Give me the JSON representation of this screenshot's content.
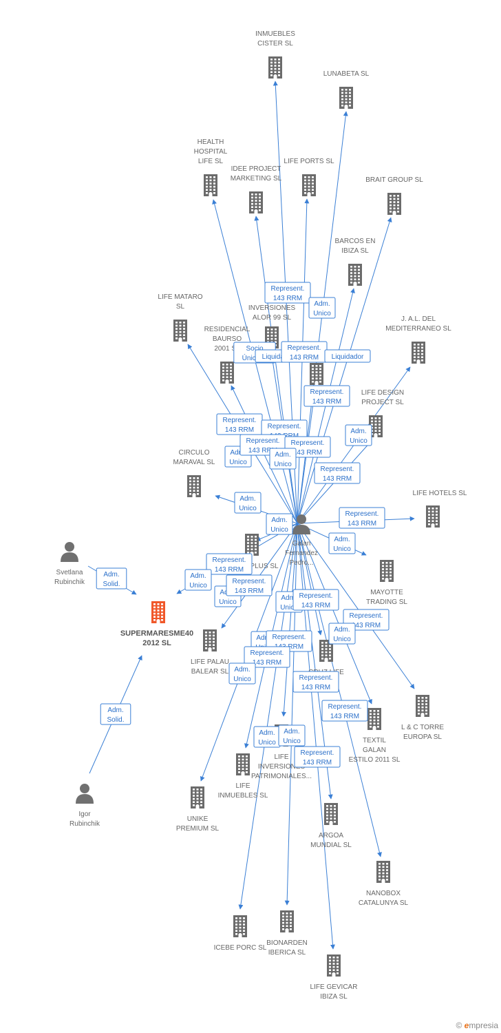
{
  "colors": {
    "edge": "#3a7fd5",
    "company": "#6b6b6b",
    "focus": "#f0582a",
    "person": "#707070"
  },
  "nodes": [
    {
      "id": "center",
      "kind": "person",
      "lines": [
        "Galan",
        "Fernandez",
        "Pedro..."
      ]
    },
    {
      "id": "super",
      "kind": "company",
      "focus": true,
      "lines": [
        "SUPERMARESME40",
        "2012  SL"
      ]
    },
    {
      "id": "svetlana",
      "kind": "person",
      "lines": [
        "Svetlana",
        "Rubinchik"
      ]
    },
    {
      "id": "igor",
      "kind": "person",
      "lines": [
        "Igor",
        "Rubinchik"
      ]
    },
    {
      "id": "inmuebles_cister",
      "kind": "company",
      "lines": [
        "INMUEBLES",
        "CISTER  SL"
      ]
    },
    {
      "id": "lunabeta",
      "kind": "company",
      "lines": [
        "LUNABETA SL"
      ]
    },
    {
      "id": "health",
      "kind": "company",
      "lines": [
        "HEALTH",
        "HOSPITAL",
        "LIFE SL"
      ]
    },
    {
      "id": "idee",
      "kind": "company",
      "lines": [
        "IDEE PROJECT",
        "MARKETING SL"
      ]
    },
    {
      "id": "life_ports",
      "kind": "company",
      "lines": [
        "LIFE PORTS SL"
      ]
    },
    {
      "id": "brait",
      "kind": "company",
      "lines": [
        "BRAIT GROUP SL"
      ]
    },
    {
      "id": "barcos",
      "kind": "company",
      "lines": [
        "BARCOS EN",
        "IBIZA SL"
      ]
    },
    {
      "id": "life_mataro",
      "kind": "company",
      "lines": [
        "LIFE MATARO",
        "SL"
      ]
    },
    {
      "id": "inversiones_alor",
      "kind": "company",
      "lines": [
        "INVERSIONES",
        "ALOR 99 SL"
      ]
    },
    {
      "id": "residencial",
      "kind": "company",
      "lines": [
        "RESIDENCIAL",
        "BAURSO",
        "2001 SL"
      ]
    },
    {
      "id": "hidden1",
      "kind": "company",
      "lines": []
    },
    {
      "id": "jal",
      "kind": "company",
      "lines": [
        "J. A.L. DEL",
        "MEDITERRANEO SL"
      ]
    },
    {
      "id": "life_design",
      "kind": "company",
      "lines": [
        "LIFE DESIGN",
        "PROJECT SL"
      ]
    },
    {
      "id": "circulo",
      "kind": "company",
      "lines": [
        "CIRCULO",
        "MARAVAL SL"
      ]
    },
    {
      "id": "life_hotels",
      "kind": "company",
      "lines": [
        "LIFE HOTELS SL"
      ]
    },
    {
      "id": "plus",
      "kind": "company",
      "lines": [
        "PLUS SL"
      ]
    },
    {
      "id": "mayotte",
      "kind": "company",
      "lines": [
        "MAYOTTE",
        "TRADING SL"
      ]
    },
    {
      "id": "life_palau",
      "kind": "company",
      "lines": [
        "LIFE PALAU",
        "BALEAR  SL"
      ]
    },
    {
      "id": "cruz",
      "kind": "company",
      "lines": [
        "CRUZ LIFE",
        "SL"
      ]
    },
    {
      "id": "lc_torre",
      "kind": "company",
      "lines": [
        "L & C TORRE",
        "EUROPA SL"
      ]
    },
    {
      "id": "textil",
      "kind": "company",
      "lines": [
        "TEXTIL",
        "GALAN",
        "ESTILO 2011 SL"
      ]
    },
    {
      "id": "life_inversiones",
      "kind": "company",
      "lines": [
        "LIFE",
        "INVERSIONES",
        "PATRIMONIALES..."
      ]
    },
    {
      "id": "life_inmuebles",
      "kind": "company",
      "lines": [
        "LIFE",
        "INMUEBLES SL"
      ]
    },
    {
      "id": "unike",
      "kind": "company",
      "lines": [
        "UNIKE",
        "PREMIUM SL"
      ]
    },
    {
      "id": "argoa",
      "kind": "company",
      "lines": [
        "ARGOA",
        "MUNDIAL SL"
      ]
    },
    {
      "id": "nanobox",
      "kind": "company",
      "lines": [
        "NANOBOX",
        "CATALUNYA SL"
      ]
    },
    {
      "id": "icebe",
      "kind": "company",
      "lines": [
        "ICEBE PORC SL"
      ]
    },
    {
      "id": "bionarden",
      "kind": "company",
      "lines": [
        "BIONARDEN",
        "IBERICA SL"
      ]
    },
    {
      "id": "life_gevicar",
      "kind": "company",
      "lines": [
        "LIFE GEVICAR",
        "IBIZA  SL"
      ]
    }
  ],
  "edges": [
    {
      "from": "center",
      "to": "inmuebles_cister"
    },
    {
      "from": "center",
      "to": "lunabeta"
    },
    {
      "from": "center",
      "to": "health"
    },
    {
      "from": "center",
      "to": "idee"
    },
    {
      "from": "center",
      "to": "life_ports"
    },
    {
      "from": "center",
      "to": "brait"
    },
    {
      "from": "center",
      "to": "barcos"
    },
    {
      "from": "center",
      "to": "life_mataro"
    },
    {
      "from": "center",
      "to": "inversiones_alor"
    },
    {
      "from": "center",
      "to": "residencial"
    },
    {
      "from": "center",
      "to": "hidden1"
    },
    {
      "from": "center",
      "to": "jal"
    },
    {
      "from": "center",
      "to": "life_design"
    },
    {
      "from": "center",
      "to": "circulo"
    },
    {
      "from": "center",
      "to": "life_hotels"
    },
    {
      "from": "center",
      "to": "plus"
    },
    {
      "from": "center",
      "to": "mayotte"
    },
    {
      "from": "center",
      "to": "super"
    },
    {
      "from": "center",
      "to": "life_palau"
    },
    {
      "from": "center",
      "to": "cruz"
    },
    {
      "from": "center",
      "to": "lc_torre"
    },
    {
      "from": "center",
      "to": "textil"
    },
    {
      "from": "center",
      "to": "life_inversiones"
    },
    {
      "from": "center",
      "to": "life_inmuebles"
    },
    {
      "from": "center",
      "to": "unike"
    },
    {
      "from": "center",
      "to": "argoa"
    },
    {
      "from": "center",
      "to": "nanobox"
    },
    {
      "from": "center",
      "to": "icebe"
    },
    {
      "from": "center",
      "to": "bionarden"
    },
    {
      "from": "center",
      "to": "life_gevicar"
    },
    {
      "from": "svetlana",
      "to": "super"
    },
    {
      "from": "igor",
      "to": "super"
    }
  ],
  "edge_labels": [
    {
      "id": "l1",
      "lines": [
        "Represent.",
        "143 RRM"
      ]
    },
    {
      "id": "l2",
      "lines": [
        "Adm.",
        "Unico"
      ]
    },
    {
      "id": "l3",
      "lines": [
        "Socio",
        "Único,..."
      ]
    },
    {
      "id": "l4",
      "lines": [
        "Liquidador"
      ]
    },
    {
      "id": "l5",
      "lines": [
        "Represent.",
        "143 RRM"
      ]
    },
    {
      "id": "l6",
      "lines": [
        "Liquidador"
      ]
    },
    {
      "id": "l7",
      "lines": [
        "Represent.",
        "143 RRM"
      ]
    },
    {
      "id": "l8",
      "lines": [
        "Represent.",
        "143 RRM"
      ]
    },
    {
      "id": "l9",
      "lines": [
        "Represent.",
        "143 RRM"
      ]
    },
    {
      "id": "l10",
      "lines": [
        "Adm.",
        "Unico"
      ]
    },
    {
      "id": "l11",
      "lines": [
        "Adm.",
        "Unico"
      ]
    },
    {
      "id": "l12",
      "lines": [
        "Represent.",
        "143 RRM"
      ]
    },
    {
      "id": "l13",
      "lines": [
        "Represent.",
        "143 RRM"
      ]
    },
    {
      "id": "l14",
      "lines": [
        "Adm.",
        "Unico"
      ]
    },
    {
      "id": "l15",
      "lines": [
        "Represent.",
        "143 RRM"
      ]
    },
    {
      "id": "l16",
      "lines": [
        "Adm.",
        "Unico"
      ]
    },
    {
      "id": "l17",
      "lines": [
        "Represent.",
        "143 RRM"
      ]
    },
    {
      "id": "l18",
      "lines": [
        "Adm.",
        "Unico"
      ]
    },
    {
      "id": "l19",
      "lines": [
        "Adm.",
        "Unico"
      ]
    },
    {
      "id": "l20",
      "lines": [
        "Adm.",
        "Solid."
      ]
    },
    {
      "id": "l21",
      "lines": [
        "Represent.",
        "143 RRM"
      ]
    },
    {
      "id": "l22",
      "lines": [
        "Adm.",
        "Unico"
      ]
    },
    {
      "id": "l23",
      "lines": [
        "Adm.",
        "Unico"
      ]
    },
    {
      "id": "l24",
      "lines": [
        "Represent.",
        "143 RRM"
      ]
    },
    {
      "id": "l25",
      "lines": [
        "Adm.",
        "Unico"
      ]
    },
    {
      "id": "l26",
      "lines": [
        "Represent.",
        "143 RRM"
      ]
    },
    {
      "id": "l27",
      "lines": [
        "Represent.",
        "143 RRM"
      ]
    },
    {
      "id": "l28",
      "lines": [
        "Adm.",
        "Unico"
      ]
    },
    {
      "id": "l29",
      "lines": [
        "Adm.",
        "Unico"
      ]
    },
    {
      "id": "l30",
      "lines": [
        "Represent.",
        "143 RRM"
      ]
    },
    {
      "id": "l31",
      "lines": [
        "Represent.",
        "143 RRM"
      ]
    },
    {
      "id": "l32",
      "lines": [
        "Adm.",
        "Unico"
      ]
    },
    {
      "id": "l33",
      "lines": [
        "Represent.",
        "143 RRM"
      ]
    },
    {
      "id": "l34",
      "lines": [
        "Represent.",
        "143 RRM"
      ]
    },
    {
      "id": "l35",
      "lines": [
        "Adm.",
        "Unico"
      ]
    },
    {
      "id": "l36",
      "lines": [
        "Adm.",
        "Unico"
      ]
    },
    {
      "id": "l37",
      "lines": [
        "Represent.",
        "143 RRM"
      ]
    },
    {
      "id": "l38",
      "lines": [
        "Adm.",
        "Solid."
      ]
    }
  ],
  "brand": {
    "symbol": "©",
    "initial": "e",
    "name": "mpresia"
  }
}
